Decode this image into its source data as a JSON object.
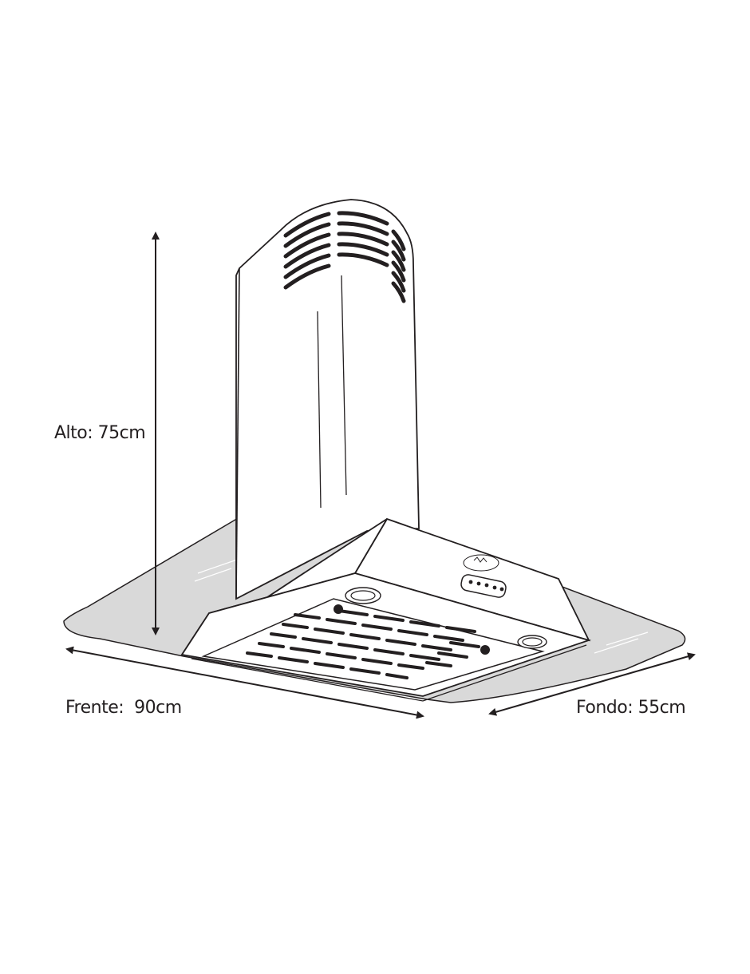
{
  "dimensions": {
    "height_label": "Alto: 75cm",
    "width_label": "Frente:  90cm",
    "depth_label": "Fondo: 55cm"
  },
  "colors": {
    "line": "#231f20",
    "glass": "#d9d9d9",
    "hood_body": "#ffffff",
    "background": "#ffffff"
  },
  "icons": [
    "range-hood-illustration",
    "dimension-arrow"
  ]
}
